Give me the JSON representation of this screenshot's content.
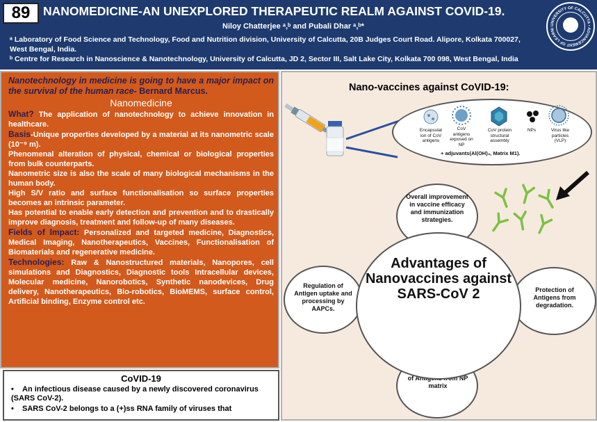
{
  "header": {
    "poster_number": "89",
    "title": "NANOMEDICINE-AN UNEXPLORED THERAPEUTIC REALM AGAINST COVID-19.",
    "authors": "Niloy Chatterjee ᵃ,ᵇ and Pubali Dhar ᵃ,ᵇ*",
    "affiliation_a": "ᵃ Laboratory of Food Science and Technology, Food and Nutrition division, University of Calcutta, 20B Judges Court Road. Alipore, Kolkata 700027, West Bengal, India.",
    "affiliation_b": "ᵇ Centre for Research in Nanoscience & Nanotechnology, University of Calcutta, JD 2, Sector III, Salt Lake City, Kolkata 700 098, West Bengal, India",
    "seal_text": "UNIVERSITY OF CALCUTTA • ADVANCEMENT OF LEARNING •"
  },
  "left": {
    "quote": "Nanotechnology in medicine is going to have a major impact on the survival of the human race-",
    "quote_author": "Bernard Marcus.",
    "heading": "Nanomedicine",
    "what_key": "What?",
    "what_text": " The application of nanotechnology to achieve innovation in healthcare.",
    "basis_key": "Basis",
    "basis_text": "-Unique properties developed by a material at its nanometric scale (10⁻⁹ m).",
    "p1": "Phenomenal alteration of physical, chemical or biological properties from bulk counterparts.",
    "p2": "Nanometric size is also the scale of many biological mechanisms in the human body.",
    "p3": "High S/V ratio and surface functionalisation so surface properties becomes an intrinsic parameter.",
    "p4": "Has potential to enable early detection and prevention and to drastically improve diagnosis, treatment and follow-up of many diseases.",
    "fields_key": "Fields of Impact:",
    "fields_text": " Personalized and targeted medicine, Diagnostics, Medical Imaging, Nanotherapeutics, Vaccines, Functionalisation of Biomaterials and regenerative medicine.",
    "tech_key": "Technologies:",
    "tech_text": " Raw & Nanostructured materials, Nanopores, cell simulations and Diagnostics, Diagnostic tools Intracellular devices, Molecular medicine, Nanorobotics, Synthetic nanodevices, Drug delivery, Nanotherapeutics, Bio-robotics, BioMEMS, surface control, Artificial binding, Enzyme control etc."
  },
  "covid": {
    "heading": "CoVID-19",
    "bullets": [
      "An infectious disease caused by a newly discovered coronavirus (SARS CoV-2).",
      "SARS CoV-2 belongs to a (+)ss RNA family of viruses that"
    ]
  },
  "right": {
    "title": "Nano-vaccines against CoVID-19:",
    "np_types": [
      "Encapsulat ion of CoV antigens",
      "CoV antigens exposed on NP",
      "CoV protein structural assembly",
      "NPs",
      "Virus like particles (VLP)"
    ],
    "adjuvants": "+ adjuvants(Al(OH)₃, Matrix M1).",
    "center": "Advantages of Nanovaccines against SARS-CoV 2",
    "advantages": {
      "top": "Overall improvement in vaccine efficacy and immunization strategies.",
      "right": "Protection of Antigens from degradation.",
      "bottom": "Controlling delivery of Antigens from NP matrix",
      "left": "Regulation of Antigen uptake and processing by AAPCs."
    }
  },
  "colors": {
    "header_bg": "#1e3a6e",
    "left_panel_bg": "#d25a1c",
    "right_panel_bg": "#f6eadf",
    "accent_text": "#2a1f50",
    "connector_blue": "#2a4fa0",
    "antibody_green": "#7cc242"
  },
  "icons": [
    "university-seal-icon",
    "syringe-icon",
    "vaccine-vial-icon",
    "antibody-icon",
    "arrow-down-left-icon"
  ]
}
